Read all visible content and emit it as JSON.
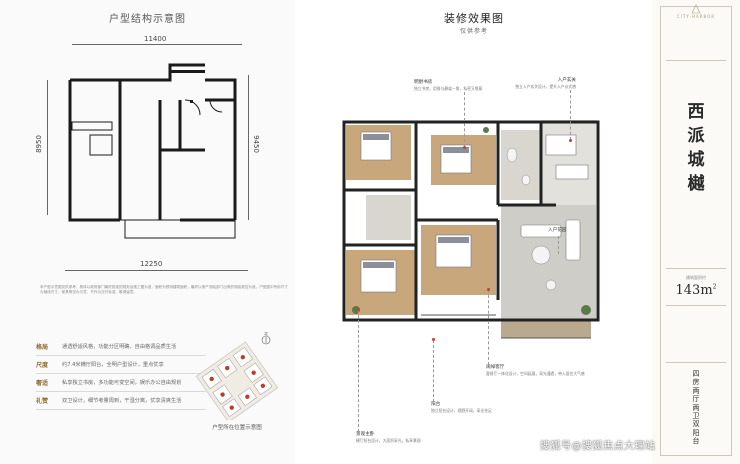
{
  "left": {
    "title": "户型结构示意图",
    "dim_top": "11400",
    "dim_bottom": "12250",
    "dim_left": "8950",
    "dim_right": "9450",
    "note": "本户型示意图仅供参考，具体以政府部门最终批准的规划及施工图为准，面积为预测建筑面积，最终以房产测绘部门出具的测绘报告为准，户型图中所标尺寸为轴线尺寸，家具等仅为示意，不作为交付标准，敬请留意。",
    "features": [
      {
        "key": "格局",
        "value": "通透舒适风格，功能分区明确，自由格调品质生活"
      },
      {
        "key": "尺度",
        "value": "约7.4米横厅阳台，全明户型设计，重点优享"
      },
      {
        "key": "奢适",
        "value": "私享独立书房，多功能可变空间，娱乐办公自由规划"
      },
      {
        "key": "礼赞",
        "value": "双卫设计，细节考量周到，干湿分离，优享清爽生活"
      }
    ],
    "locator_caption": "户型所在位置示意图",
    "north": "北"
  },
  "mid": {
    "title": "装修效果图",
    "subtitle": "仅供参考",
    "labels": [
      {
        "title": "明厨书房",
        "sub": "独立书房，用餐与静谧一角，私密又惬意"
      },
      {
        "title": "入户玄关",
        "sub": "独立入户玄关设计，提升入户仪式感"
      },
      {
        "title": "入户花园",
        "sub": ""
      },
      {
        "title": "阔绰客厅",
        "sub": "客餐厅一体化设计，空间延展，采光通透，带入居住大气感"
      },
      {
        "title": "阳台",
        "sub": "独立阳台设计，视野开阔，采光充足"
      },
      {
        "title": "景观主卧",
        "sub": "横厅阳台设计，大面积采光，私享景观"
      }
    ]
  },
  "right": {
    "brand": "CITY·HARBOR",
    "project_name": [
      "西",
      "派",
      "城",
      "樾"
    ],
    "area_label": "建筑面积约",
    "area_value": "143",
    "area_unit": "m",
    "area_sup": "2",
    "layout_desc": [
      "四",
      "房",
      "两",
      "厅",
      "两",
      "卫",
      "双",
      "阳",
      "台"
    ]
  },
  "watermark": "搜狐号@搜狐焦点大理站",
  "colors": {
    "accent_gold": "#8d6b2f",
    "wall": "#1a1a1a",
    "floor_wood": "#c9a77c",
    "floor_tile": "#d9d6d0"
  }
}
